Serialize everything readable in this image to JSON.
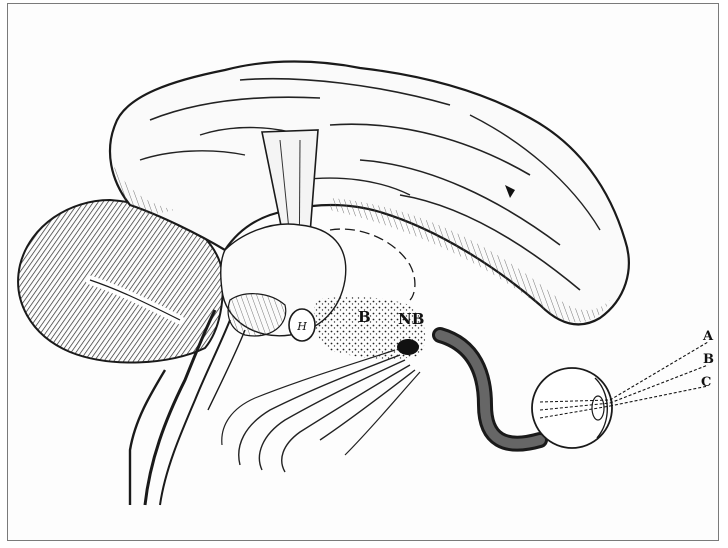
{
  "labels": {
    "h": "H",
    "b": "B",
    "nb": "NB",
    "ray_a": "A",
    "ray_b": "B",
    "ray_c": "C"
  },
  "colors": {
    "ink": "#1a1a1a",
    "frame": "#7a7a7a",
    "paper": "#fdfdfd"
  }
}
